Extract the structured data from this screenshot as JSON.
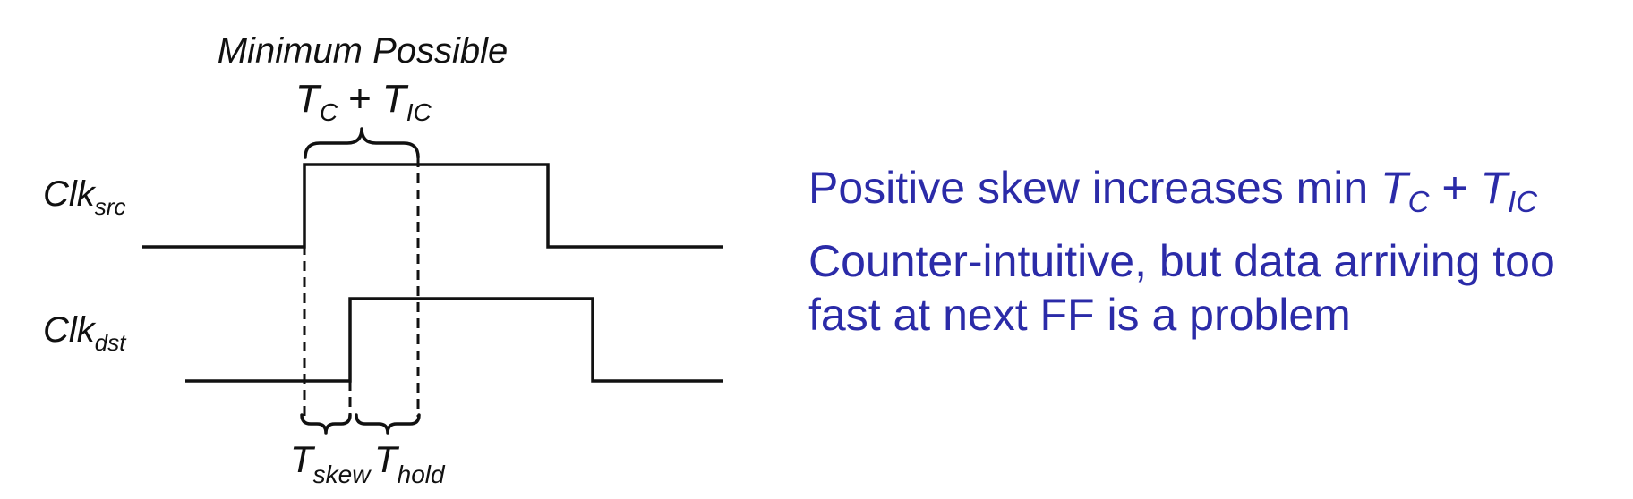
{
  "diagram": {
    "caption": "Minimum Possible",
    "min_expression": {
      "t1": "T",
      "t1_sub": "C",
      "plus": "+",
      "t2": "T",
      "t2_sub": "IC"
    },
    "signals": [
      {
        "name": "Clk",
        "sub": "src"
      },
      {
        "name": "Clk",
        "sub": "dst"
      }
    ],
    "bottom_labels": {
      "skew": {
        "main": "T",
        "sub": "skew"
      },
      "hold": {
        "main": "T",
        "sub": "hold"
      }
    }
  },
  "notes": {
    "line1_prefix": "Positive skew increases min ",
    "line1_t1": "T",
    "line1_t1_sub": "C",
    "line1_plus": " + ",
    "line1_t2": "T",
    "line1_t2_sub": "IC",
    "line2_a": "Counter-intuitive, but data arriving too",
    "line2_b": "fast at next FF is a problem"
  },
  "colors": {
    "text_accent": "#2b2ba8",
    "diagram": "#111111"
  }
}
